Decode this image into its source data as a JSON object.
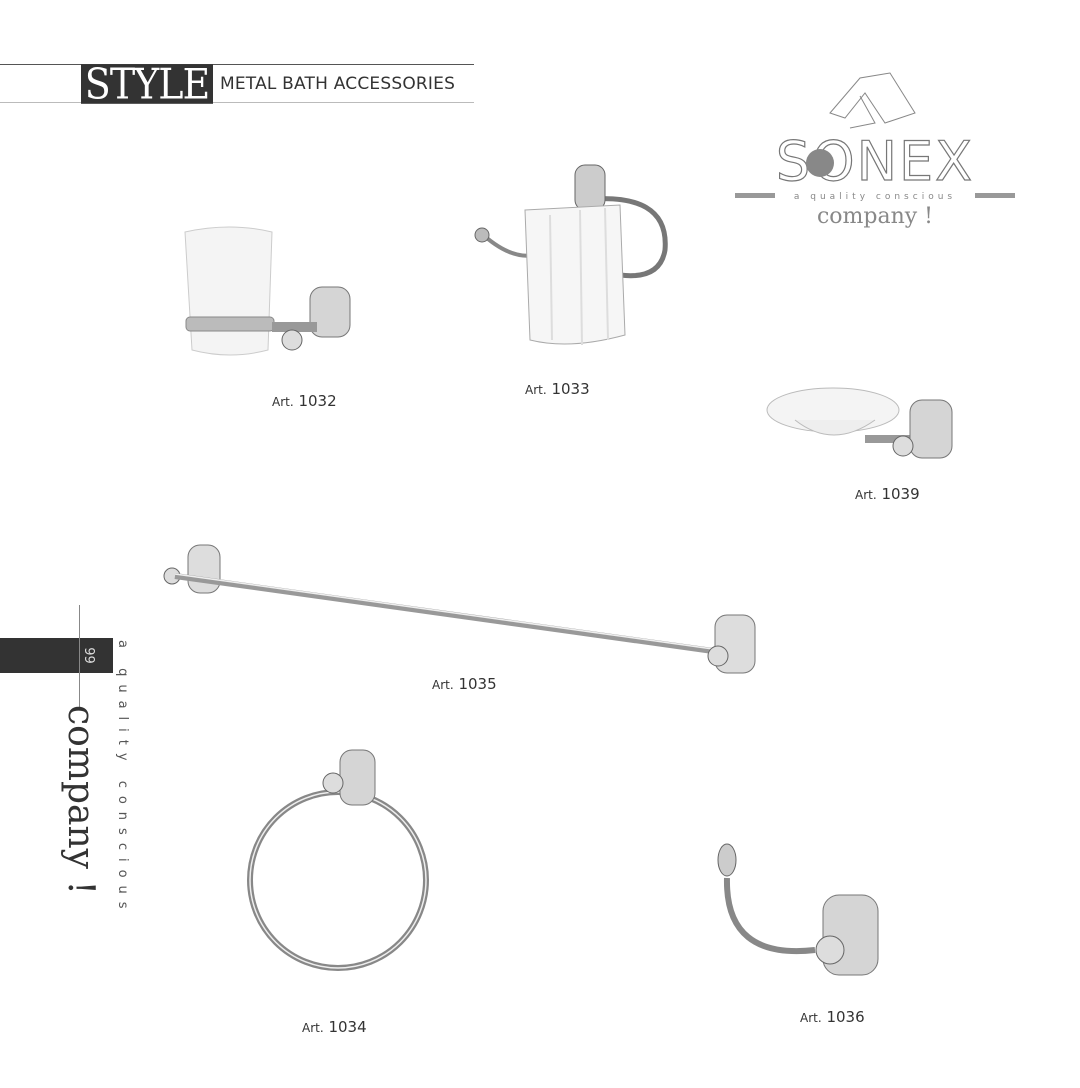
{
  "header": {
    "series": "STYLE",
    "subtitle": "METAL BATH ACCESSORIES"
  },
  "logo": {
    "brand": "SONEX",
    "tagline": "a quality conscious",
    "company": "company !"
  },
  "side": {
    "page_number": "99",
    "tagline": "a quality conscious",
    "company": "company !"
  },
  "products": [
    {
      "prefix": "Art.",
      "number": "1032"
    },
    {
      "prefix": "Art.",
      "number": "1033"
    },
    {
      "prefix": "Art.",
      "number": "1039"
    },
    {
      "prefix": "Art.",
      "number": "1035"
    },
    {
      "prefix": "Art.",
      "number": "1034"
    },
    {
      "prefix": "Art.",
      "number": "1036"
    }
  ]
}
